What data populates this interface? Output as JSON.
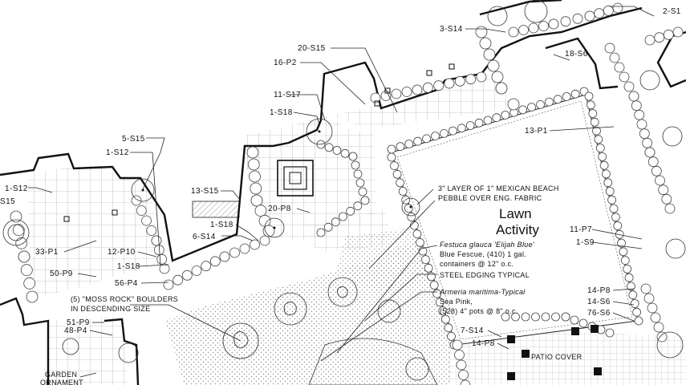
{
  "title": "Lawn Activity",
  "labels": {
    "l_2_s1": "2-S1",
    "l_3_s14": "3-S14",
    "l_18_s6": "18-S6",
    "l_20_s15": "20-S15",
    "l_16_p2": "16-P2",
    "l_11_s17": "11-S17",
    "l_1_s18_top": "1-S18",
    "l_13_p1": "13-P1",
    "l_5_s15": "5-S15",
    "l_1_s12_mid": "1-S12",
    "l_1_s12_left": "1-S12",
    "l_s15_left": "S15",
    "l_13_s15": "13-S15",
    "l_1_s18_mid": "1-S18",
    "l_6_s14": "6-S14",
    "l_20_p8": "20-P8",
    "l_33_p1": "33-P1",
    "l_12_p10": "12-P10",
    "l_1_s18_low": "1-S18",
    "l_50_p9": "50-P9",
    "l_56_p4": "56-P4",
    "l_11_p7": "11-P7",
    "l_1_s9": "1-S9",
    "l_14_p8_r": "14-P8",
    "l_14_s6": "14-S6",
    "l_76_s6": "76-S6",
    "l_7_s14": "7-S14",
    "l_14_p8_b": "14-P8",
    "l_51_p9": "51-P9",
    "l_48_p4": "48-P4",
    "l_garden": "GARDEN",
    "l_ornament": "ORNAMENT",
    "l_patio": "PATIO COVER"
  },
  "notes": {
    "pebble_1": "3\" LAYER OF 1\" MEXICAN BEACH",
    "pebble_2": "PEBBLE OVER ENG. FABRIC",
    "fescue_1": "Festuca glauca 'Elijah Blue'",
    "fescue_2": "Blue Fescue, (410) 1 gal.",
    "fescue_3": "containers @ 12\" o.c.",
    "edging": "STEEL EDGING TYPICAL",
    "armeria_1": "Armeria maritima-Typical",
    "armeria_2": "Sea Pink,",
    "armeria_3": "(528) 4\" pots @ 8\" o.c.",
    "boulders_1": "(5) \"MOSS ROCK\" BOULDERS",
    "boulders_2": "IN DESCENDING SIZE"
  }
}
